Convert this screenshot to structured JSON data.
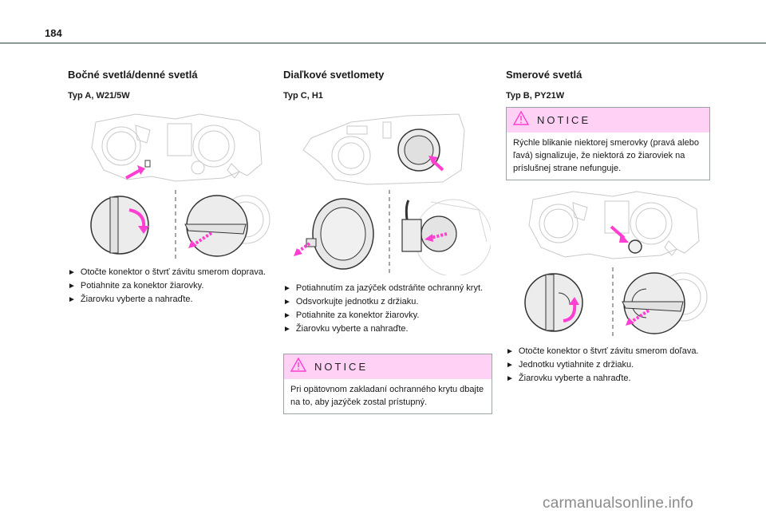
{
  "page": {
    "number": "184"
  },
  "colors": {
    "accent": "#ff3fd2",
    "notice_bg": "#ffd1f5",
    "rule": "#8a9a98"
  },
  "sections": [
    {
      "title": "Bočné svetlá/denné svetlá",
      "subtitle": "Typ A, W21/5W",
      "figure": "side-lamp-bulb-replacement-illustration",
      "steps": [
        "Otočte konektor o štvrť závitu smerom doprava.",
        "Potiahnite za konektor žiarovky.",
        "Žiarovku vyberte a nahraďte."
      ]
    },
    {
      "title": "Diaľkové svetlomety",
      "subtitle": "Typ C, H1",
      "figure": "high-beam-bulb-replacement-illustration",
      "steps": [
        "Potiahnutím za jazýček odstráňte ochranný kryt.",
        "Odsvorkujte jednotku z držiaku.",
        "Potiahnite za konektor žiarovky.",
        "Žiarovku vyberte a nahraďte."
      ],
      "notice": {
        "icon": "warning-triangle-icon",
        "title": "NOTICE",
        "text": "Pri opätovnom zakladaní ochranného krytu dbajte na to, aby jazýček zostal prístupný."
      }
    },
    {
      "title": "Smerové svetlá",
      "subtitle": "Typ B, PY21W",
      "notice": {
        "icon": "warning-triangle-icon",
        "title": "NOTICE",
        "text": "Rýchle blikanie niektorej smerovky (pravá alebo ľavá) signalizuje, že niektorá zo žiaroviek na príslušnej strane nefunguje."
      },
      "figure": "direction-indicator-bulb-replacement-illustration",
      "steps": [
        "Otočte konektor o štvrť závitu smerom doľava.",
        "Jednotku vytiahnite z držiaku.",
        "Žiarovku vyberte a nahraďte."
      ]
    }
  ],
  "bullet_glyph": "►",
  "watermark": "carmanualsonline.info"
}
